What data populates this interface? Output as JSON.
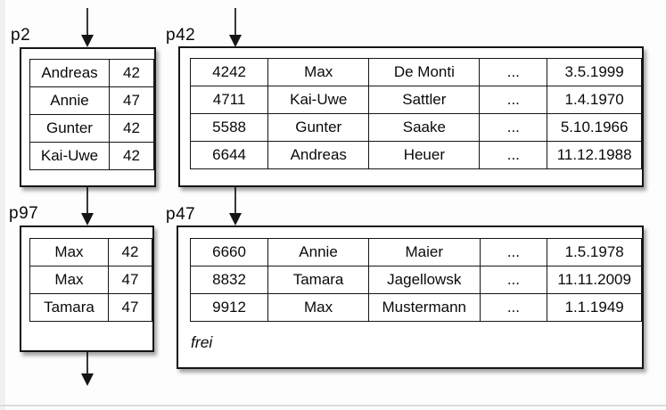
{
  "colors": {
    "line": "#151515",
    "page_fill": "#ffffff",
    "background": "#fdfdfd",
    "bottom_edge": "#dcdcdc"
  },
  "pages": [
    {
      "label": "p2",
      "rows": [
        [
          "Andreas",
          "42"
        ],
        [
          "Annie",
          "47"
        ],
        [
          "Gunter",
          "42"
        ],
        [
          "Kai-Uwe",
          "42"
        ]
      ]
    },
    {
      "label": "p42",
      "rows": [
        [
          "4242",
          "Max",
          "De Monti",
          "...",
          "3.5.1999"
        ],
        [
          "4711",
          "Kai-Uwe",
          "Sattler",
          "...",
          "1.4.1970"
        ],
        [
          "5588",
          "Gunter",
          "Saake",
          "...",
          "5.10.1966"
        ],
        [
          "6644",
          "Andreas",
          "Heuer",
          "...",
          "11.12.1988"
        ]
      ]
    },
    {
      "label": "p97",
      "rows": [
        [
          "Max",
          "42"
        ],
        [
          "Max",
          "47"
        ],
        [
          "Tamara",
          "47"
        ]
      ]
    },
    {
      "label": "p47",
      "rows": [
        [
          "6660",
          "Annie",
          "Maier",
          "...",
          "1.5.1978"
        ],
        [
          "8832",
          "Tamara",
          "Jagellowsk",
          "...",
          "11.11.2009"
        ],
        [
          "9912",
          "Max",
          "Mustermann",
          "...",
          "1.1.1949"
        ]
      ],
      "free_label": "frei"
    }
  ]
}
